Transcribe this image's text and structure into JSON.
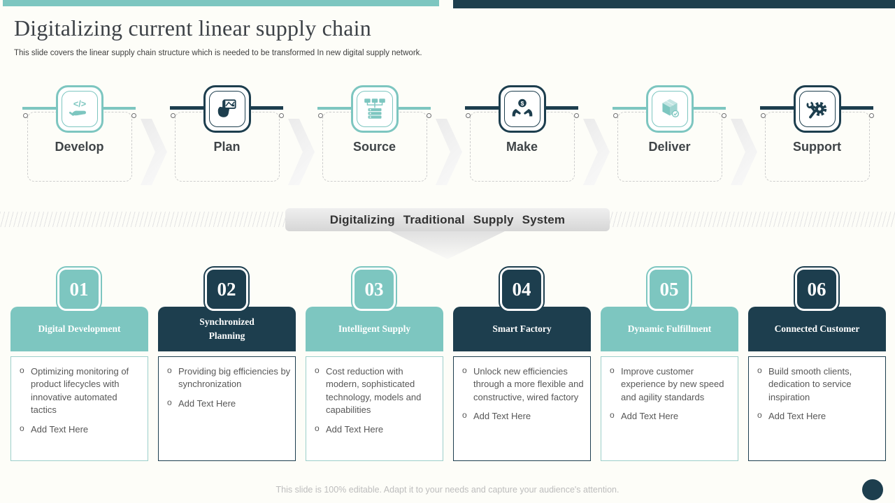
{
  "slide": {
    "title": "Digitalizing current linear supply chain",
    "subtitle": "This slide covers the linear supply chain structure which is needed to be transformed In new digital supply network.",
    "footer_note": "This slide is 100% editable. Adapt it to your needs and capture your audience's attention."
  },
  "colors": {
    "teal": "#7DC6C0",
    "navy": "#1D3E4E",
    "banner_gray": "#D9D9D9",
    "heading_text": "#3D4247",
    "body_text": "#575757"
  },
  "process_flow": {
    "steps": [
      {
        "label": "Develop",
        "icon": "hand-code-icon",
        "theme": "teal"
      },
      {
        "label": "Plan",
        "icon": "hand-map-icon",
        "theme": "navy"
      },
      {
        "label": "Source",
        "icon": "data-hierarchy-icon",
        "theme": "teal"
      },
      {
        "label": "Make",
        "icon": "hands-coin-icon",
        "theme": "navy"
      },
      {
        "label": "Deliver",
        "icon": "package-check-icon",
        "theme": "teal"
      },
      {
        "label": "Support",
        "icon": "wrench-gear-icon",
        "theme": "navy"
      }
    ]
  },
  "banner": {
    "label": "Digitalizing Traditional Supply System"
  },
  "cards": [
    {
      "number": "01",
      "title": "Digital Development",
      "theme": "teal",
      "bullets": [
        "Optimizing monitoring of product lifecycles with innovative automated tactics",
        "Add Text Here"
      ]
    },
    {
      "number": "02",
      "title": "Synchronized Planning",
      "theme": "navy",
      "bullets": [
        "Providing big efficiencies by synchronization",
        "Add Text Here"
      ]
    },
    {
      "number": "03",
      "title": "Intelligent Supply",
      "theme": "teal",
      "bullets": [
        "Cost reduction with modern, sophisticated technology, models and capabilities",
        "Add Text Here"
      ]
    },
    {
      "number": "04",
      "title": "Smart Factory",
      "theme": "navy",
      "bullets": [
        "Unlock new efficiencies through a more flexible and constructive, wired factory",
        "Add Text Here"
      ]
    },
    {
      "number": "05",
      "title": "Dynamic Fulfillment",
      "theme": "teal",
      "bullets": [
        "Improve customer experience by new speed and agility standards",
        "Add Text Here"
      ]
    },
    {
      "number": "06",
      "title": "Connected Customer",
      "theme": "navy",
      "bullets": [
        "Build smooth clients, dedication to service inspiration",
        "Add Text Here"
      ]
    }
  ]
}
